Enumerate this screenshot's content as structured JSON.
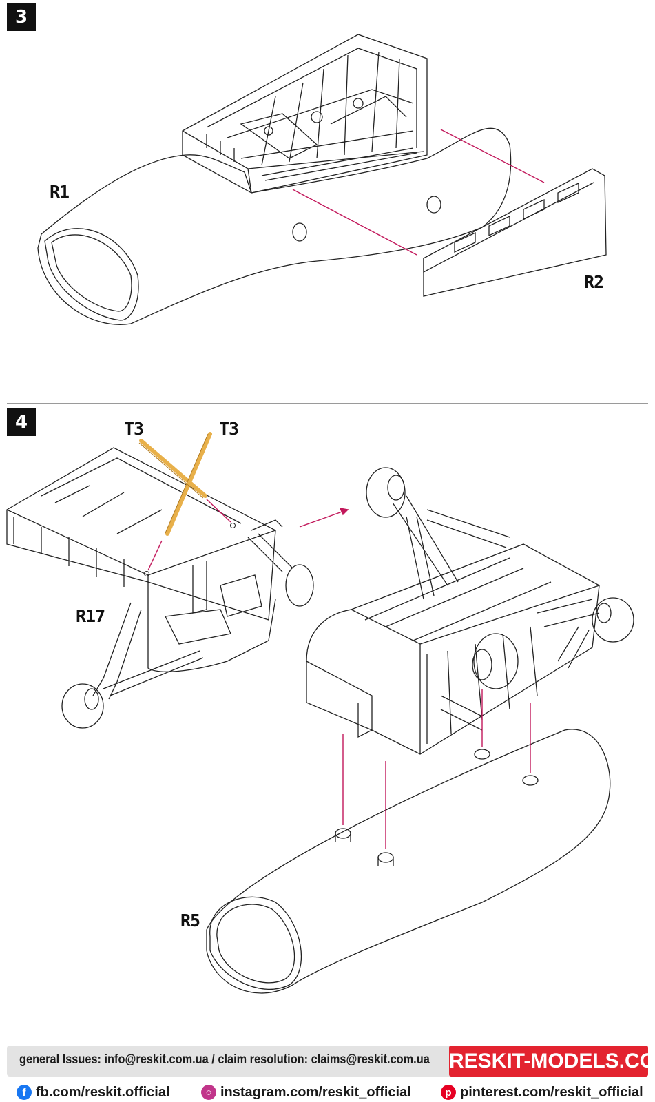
{
  "steps": [
    {
      "number": "3",
      "labels": {
        "r1": "R1",
        "r2": "R2"
      }
    },
    {
      "number": "4",
      "labels": {
        "t3a": "T3",
        "t3b": "T3",
        "r17": "R17",
        "r5": "R5"
      }
    }
  ],
  "colors": {
    "arrow": "#c2185b",
    "photoetch": "#e8b04a",
    "brand": "#e3232f"
  },
  "footer": {
    "contact": "general Issues: info@reskit.com.ua / claim resolution: claims@reskit.com.ua",
    "brand": "RESKIT-MODELS.COM",
    "facebook": "fb.com/reskit.official",
    "instagram": "instagram.com/reskit_official",
    "pinterest": "pinterest.com/reskit_official"
  }
}
